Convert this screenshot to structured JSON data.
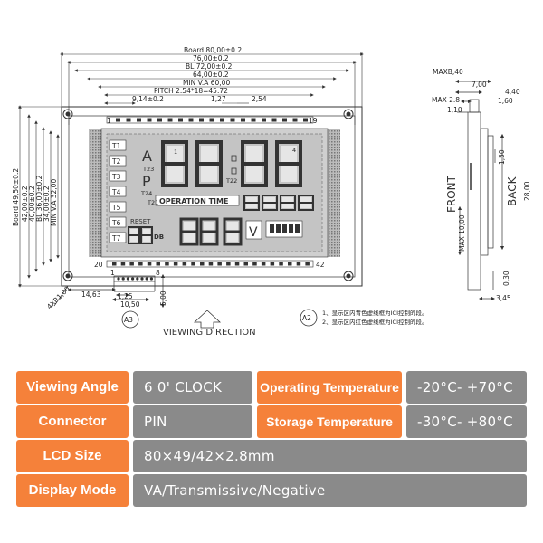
{
  "drawing": {
    "dims_top": {
      "board": "Board 80,00±0.2",
      "d76": "76,00±0.2",
      "bl": "BL 72,00±0.2",
      "d64": "64,00±0.2",
      "min_va": "MIN V.A 60,00",
      "pitch": "PITCH 2.54*18=45.72",
      "d914": "9,14±0.2",
      "d127": "1,27",
      "d254": "2,54"
    },
    "dims_left": {
      "board": "Board 49,50±0.2",
      "d42": "42,00±0.2",
      "d40": "40,00±0.2",
      "bl": "BL 36,00±0.2",
      "d34": "34,00±0.2",
      "min_va": "MIN V.A 32,00"
    },
    "pins": {
      "p1": "1",
      "p19": "19",
      "p20": "20",
      "p42": "42",
      "c1": "1",
      "c8": "8"
    },
    "connector_dims": {
      "d1463": "14,63",
      "d125": "1,25",
      "d1050": "10,50",
      "d500": "5,00",
      "hole": "4XR1,00"
    },
    "lcd": {
      "tabs": [
        "T1",
        "T2",
        "T3",
        "T4",
        "T5",
        "T6",
        "T7"
      ],
      "letter_a": "A",
      "letter_p": "P",
      "t23": "T23",
      "t24": "T24",
      "t22": "T22",
      "t21": "T21",
      "digit_1": "1",
      "digit_4": "4",
      "operation_time": "OPERATION TIME",
      "reset_text": "RESET",
      "v_letter": "V",
      "db": "DB"
    },
    "side": {
      "maxb": "MAXB,40",
      "d700": "7,00",
      "d440": "4,40",
      "max28": "MAX 2.8",
      "d160": "1,60",
      "d110": "1,10",
      "front": "FRONT",
      "back": "BACK",
      "d150": "1,50",
      "d2800": "28,00",
      "max1000": "MAX 10,00",
      "d030": "0,30",
      "d345": "3,45"
    },
    "notes": {
      "a3": "A3",
      "a2": "A2",
      "viewing": "VIEWING   DIRECTION",
      "note1": "1、显示区内青色虚线框为ICI控制的段。",
      "note2": "2、显示区内红色虚线框为ICI控制的段。"
    }
  },
  "specs": [
    {
      "label": "Viewing Angle",
      "value": "6 0' CLOCK",
      "label2": "Operating Temperature",
      "value2": "-20°C- +70°C"
    },
    {
      "label": "Connector",
      "value": "PIN",
      "label2": "Storage Temperature",
      "value2": "-30°C- +80°C"
    },
    {
      "label": "LCD Size",
      "value": "80×49/42×2.8mm"
    },
    {
      "label": "Display Mode",
      "value": "VA/Transmissive/Negative"
    }
  ],
  "colors": {
    "accent": "#f5813a",
    "value_bg": "#8a8a8a",
    "line": "#333333"
  }
}
